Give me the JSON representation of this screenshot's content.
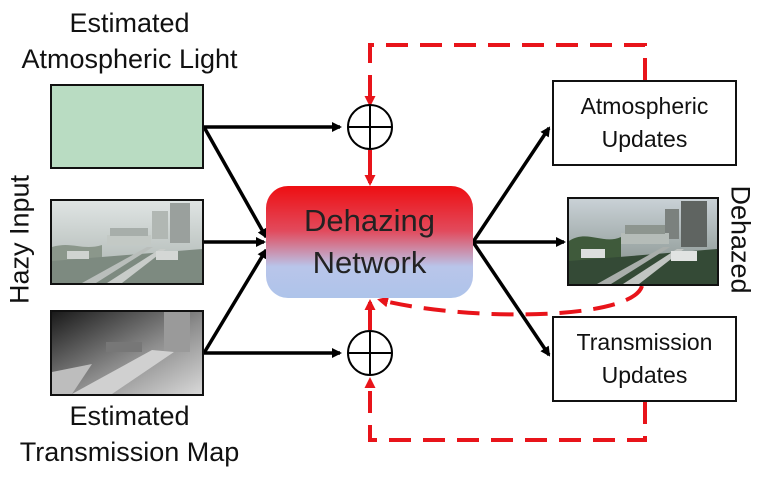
{
  "labels": {
    "estimated_light": [
      "Estimated",
      "Atmospheric Light"
    ],
    "hazy_input": "Hazy Input",
    "estimated_transmission": [
      "Estimated",
      "Transmission Map"
    ],
    "dehazed": "Dehazed"
  },
  "network": {
    "line1": "Dehazing",
    "line2": "Network"
  },
  "outputs": {
    "atmospheric": [
      "Atmospheric",
      "Updates"
    ],
    "transmission": [
      "Transmission",
      "Updates"
    ]
  },
  "colors": {
    "arrow": "#000000",
    "feedback": "#e8141a",
    "light_map": "#b9dcc2",
    "network_top": "#ee0e12",
    "network_bottom": "#aec4ea"
  },
  "icons": {
    "sum_node": "circle-plus-icon"
  }
}
